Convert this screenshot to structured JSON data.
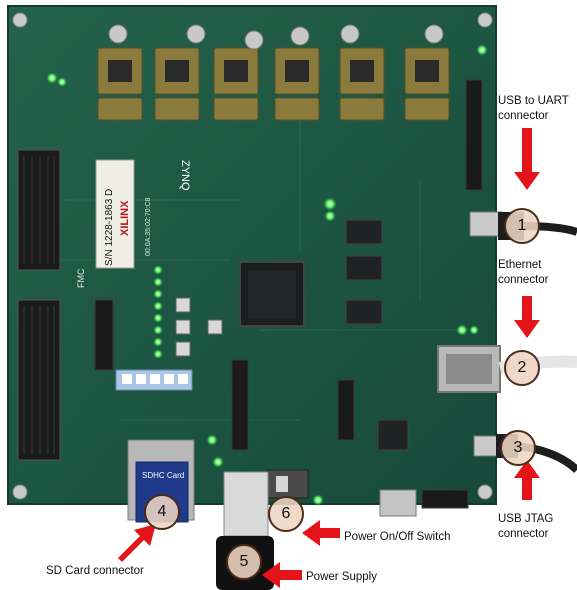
{
  "board": {
    "serial_label": "S/N 1228-1863 D",
    "brand": "XILINX",
    "chip": "ZYNQ",
    "mac": "00:0A:35:02:70:C8",
    "sd_card_text": "SDHC Card",
    "fmc_text": "FMC"
  },
  "callouts": [
    {
      "number": "1",
      "label": "USB to UART connector"
    },
    {
      "number": "2",
      "label": "Ethernet connector"
    },
    {
      "number": "3",
      "label": "USB JTAG connector"
    },
    {
      "number": "4",
      "label": "SD Card connector"
    },
    {
      "number": "5",
      "label": "Power Supply"
    },
    {
      "number": "6",
      "label": "Power On/Off Switch"
    }
  ],
  "colors": {
    "pcb": "#1f5a45",
    "arrow": "#e3151a",
    "led_green": "#5cff6a",
    "chip": "#1b1d1f"
  }
}
